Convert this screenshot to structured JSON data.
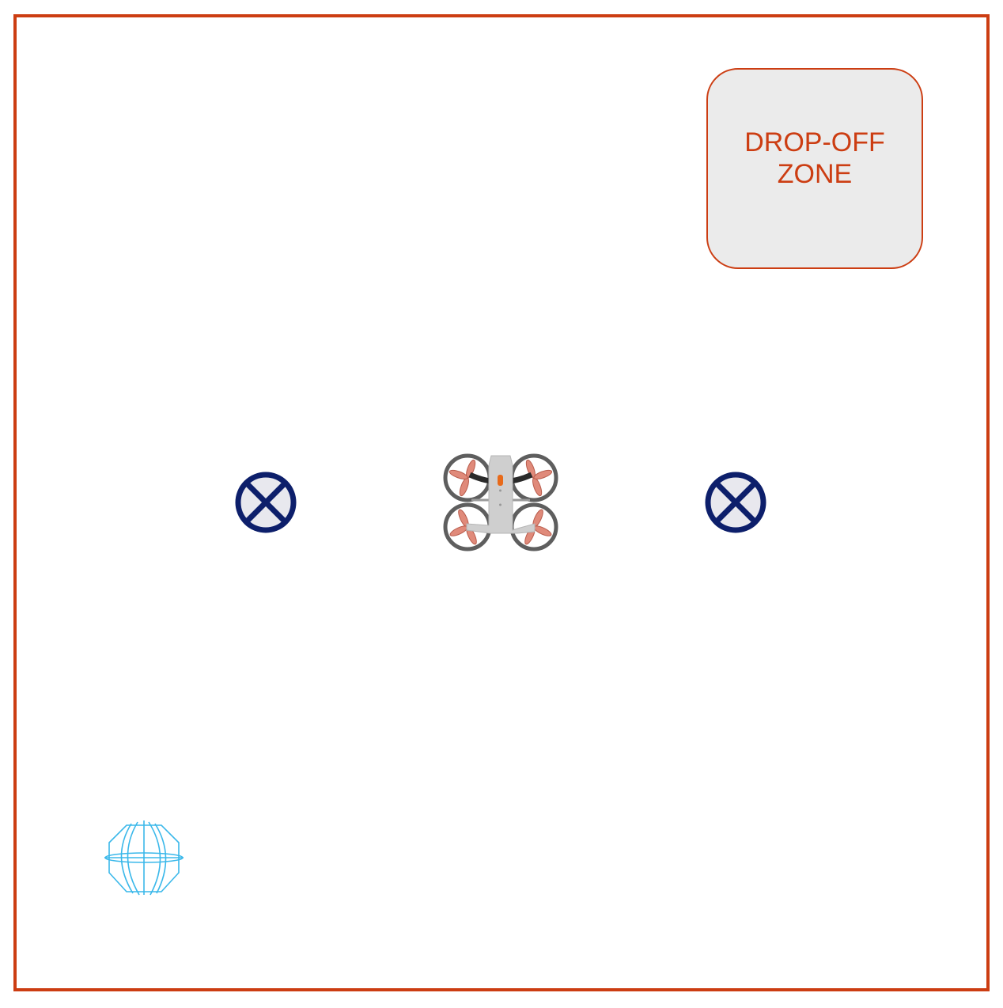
{
  "arena": {
    "border_color": "#cc3d12",
    "background": "#ffffff"
  },
  "drop_off_zone": {
    "label": "DROP-OFF ZONE",
    "label_color": "#cc3d12",
    "fill_color": "#ebebeb",
    "border_color": "#cc3d12"
  },
  "markers": [
    {
      "id": "left",
      "icon": "x-circle-icon",
      "ring_color": "#0d1f6b",
      "fill_color": "#e8e8ee"
    },
    {
      "id": "right",
      "icon": "x-circle-icon",
      "ring_color": "#0d1f6b",
      "fill_color": "#e8e8ee"
    }
  ],
  "drone": {
    "icon": "quadcopter-drone-icon",
    "body_color": "#cfcfcf",
    "guard_color": "#5e5e5e",
    "propeller_color": "#e08a7a",
    "accent_color": "#e86a1a"
  },
  "ball": {
    "icon": "wireframe-sphere-icon",
    "stroke_color": "#3ab8ea"
  }
}
